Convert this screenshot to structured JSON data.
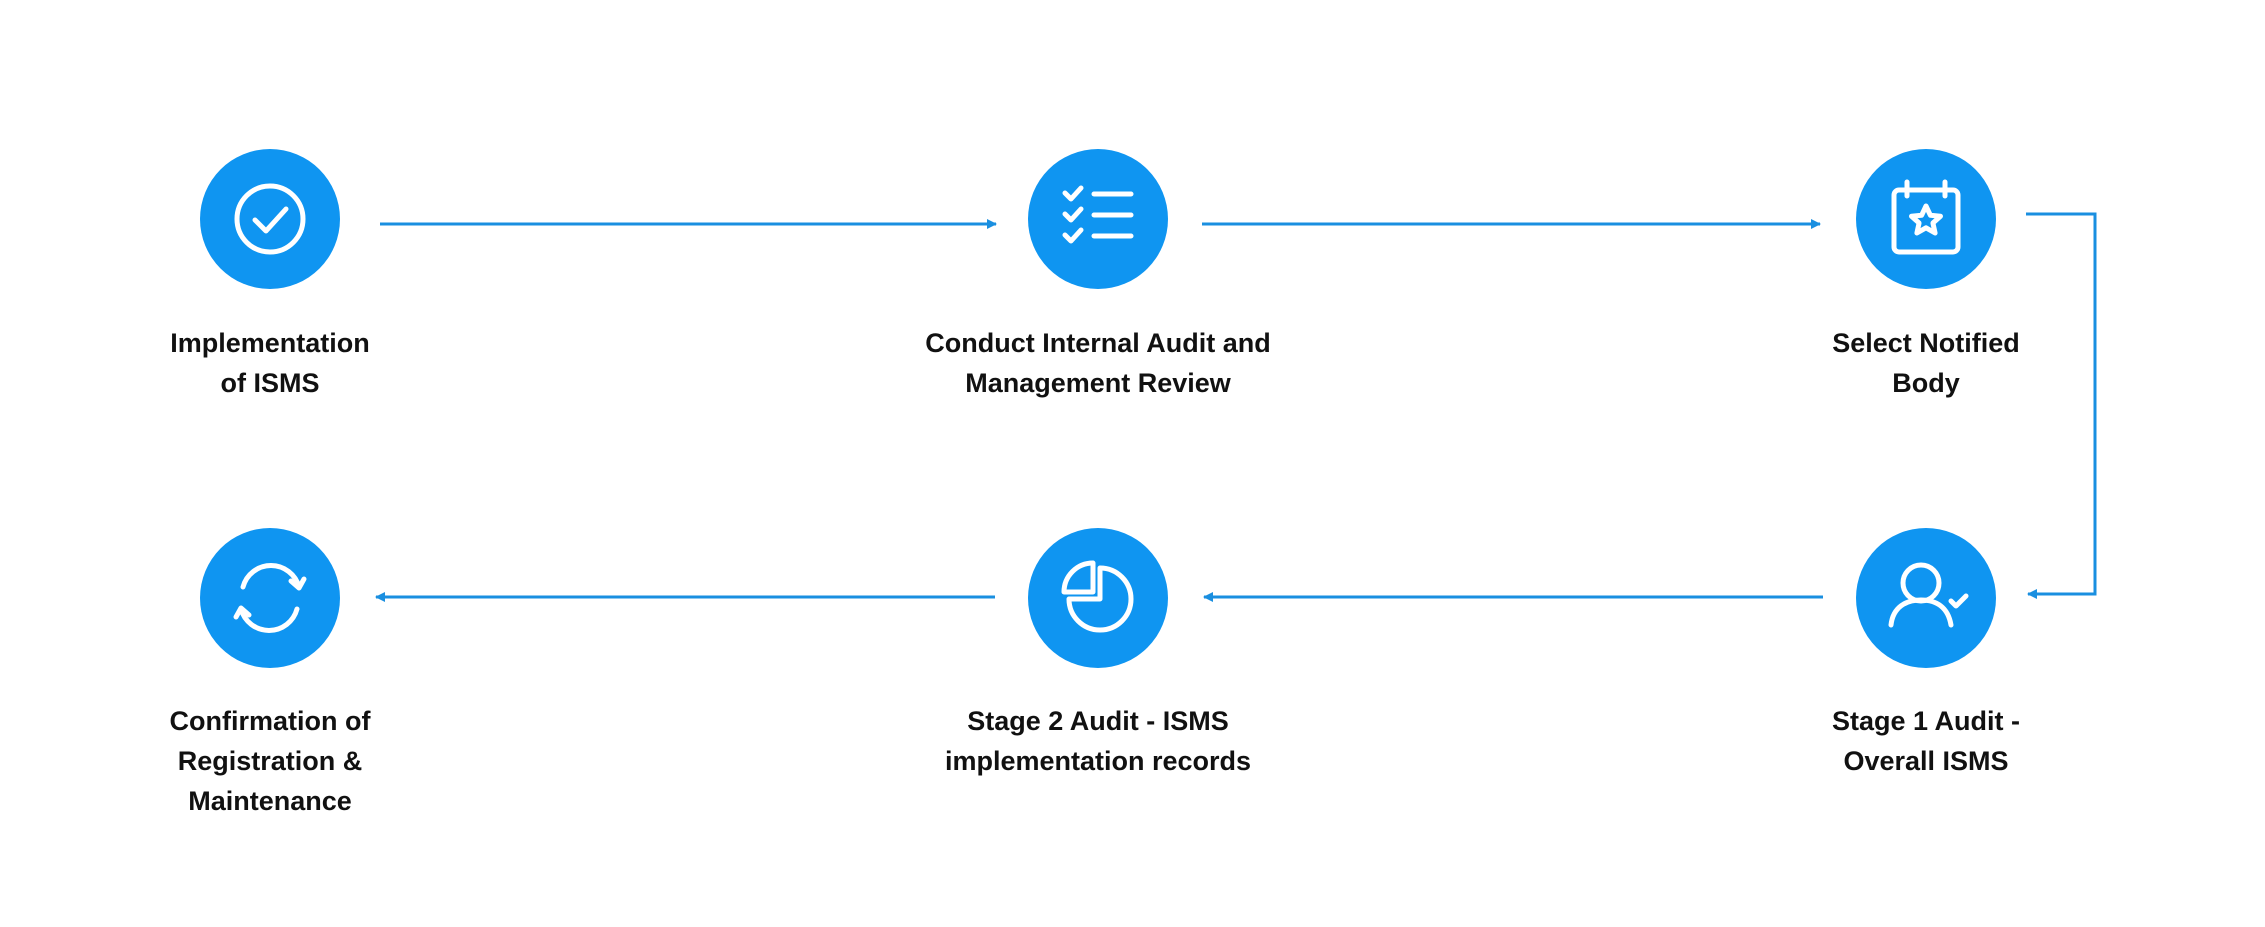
{
  "colors": {
    "accent": "#0f95f1",
    "connector": "#1a8fe0",
    "label": "#111111",
    "background": "#ffffff"
  },
  "steps": [
    {
      "id": "implementation",
      "label": "Implementation\nof ISMS",
      "icon": "check-circle-icon"
    },
    {
      "id": "internal-audit",
      "label": "Conduct Internal Audit and\nManagement Review",
      "icon": "checklist-icon"
    },
    {
      "id": "notified-body",
      "label": "Select Notified\nBody",
      "icon": "calendar-star-icon"
    },
    {
      "id": "stage-1",
      "label": "Stage 1 Audit -\nOverall ISMS",
      "icon": "user-check-icon"
    },
    {
      "id": "stage-2",
      "label": "Stage 2 Audit - ISMS\nimplementation records",
      "icon": "pie-chart-icon"
    },
    {
      "id": "confirmation",
      "label": "Confirmation of\nRegistration &\nMaintenance",
      "icon": "refresh-icon"
    }
  ],
  "connections": [
    {
      "from": "implementation",
      "to": "internal-audit"
    },
    {
      "from": "internal-audit",
      "to": "notified-body"
    },
    {
      "from": "notified-body",
      "to": "stage-1"
    },
    {
      "from": "stage-1",
      "to": "stage-2"
    },
    {
      "from": "stage-2",
      "to": "confirmation"
    }
  ]
}
